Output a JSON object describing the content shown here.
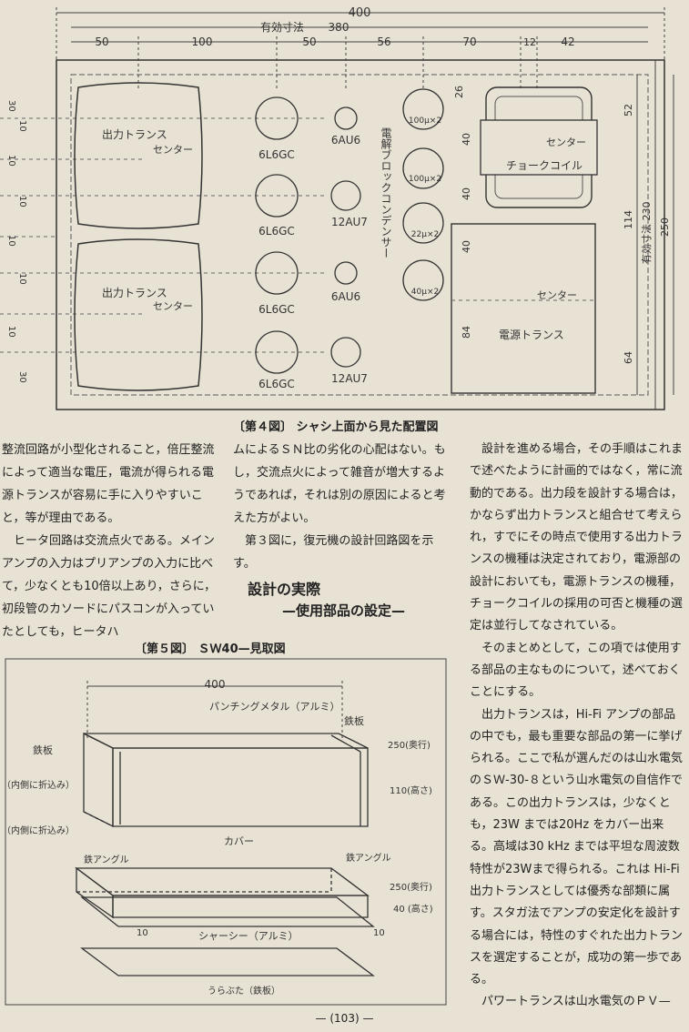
{
  "fig4": {
    "caption": "〔第４図〕 シャシ上面から見た配置図",
    "dims": {
      "total_width": "400",
      "effective_label": "有効寸法",
      "effective_width": "380",
      "d1": "50",
      "d2": "100",
      "d3": "50",
      "d4": "56",
      "d5": "70",
      "d6": "12",
      "d7": "42",
      "right_52": "52",
      "right_114": "114",
      "right_64": "64",
      "effective_height_label": "有効寸法 230",
      "height_total": "250",
      "v26": "26",
      "v40a": "40",
      "v40b": "40",
      "v40c": "40",
      "v84": "84",
      "left_marks": [
        "30",
        "10",
        "10",
        "10",
        "10",
        "10",
        "10",
        "30"
      ]
    },
    "left_transformer_top": "出力トランス",
    "left_transformer_bottom": "出力トランス",
    "center_label": "センター",
    "tubes": [
      "6L6GC",
      "6AU6",
      "6L6GC",
      "12AU7",
      "6L6GC",
      "6AU6",
      "6L6GC",
      "12AU7"
    ],
    "caps_label": "電解ブロックコンデンサー",
    "caps": [
      "100μ×2",
      "100μ×2",
      "22μ×2",
      "40μ×2"
    ],
    "choke_label": "チョークコイル",
    "power_transformer": "電源トランス"
  },
  "col1": [
    "整流回路が小型化されること，倍圧整流によって適当な電圧，電流が得られる電源トランスが容易に手に入りやすいこと，等が理由である。",
    "ヒータ回路は交流点火である。メインアンプの入力はプリアンプの入力に比べて，少なくとも10倍以上あり，さらに，初段管のカソードにパスコンが入っていたとしても，ヒータハ"
  ],
  "col2": [
    "ムによるＳＮ比の劣化の心配はない。もし，交流点火によって雑音が増大するようであれば，それは別の原因によると考えた方がよい。",
    "第３図に，復元機の設計回路図を示す。"
  ],
  "section": {
    "title": "設計の実際",
    "subtitle": "—使用部品の設定—"
  },
  "col3": [
    "設計を進める場合，その手順はこれまで述べたように計画的ではなく，常に流動的である。出力段を設計する場合は，かならず出力トランスと組合せて考えられ，すでにその時点で使用する出力トランスの機種は決定されており，電源部の設計においても，電源トランスの機種，チョークコイルの採用の可否と機種の選定は並行してなされている。",
    "そのまとめとして，この項では使用する部品の主なものについて，述べておくことにする。",
    "出力トランスは，Hi-Fi アンプの部品の中でも，最も重要な部品の第一に挙げられる。ここで私が選んだのは山水電気のＳＷ-30-８という山水電気の自信作である。この出力トランスは，少なくとも，23W までは20Hz をカバー出来る。高域は30 kHz までは平坦な周波数特性が23Wまで得られる。これは Hi-Fi 出力トランスとしては優秀な部類に属す。スタガ法でアンプの安定化を設計する場合には，特性のすぐれた出力トランスを選定することが，成功の第一歩である。",
    "パワートランスは山水電気のＰＶ—"
  ],
  "fig5": {
    "caption": "〔第５図〕 ＳＷ40—見取図",
    "width_dim": "400",
    "punching_label": "パンチングメタル（アルミ）",
    "iron_plate_right": "鉄板",
    "iron_plate_left": "鉄板",
    "depth_top": "250(奥行)",
    "height_top": "110(高さ)",
    "fold_top": "（内側に折込み）",
    "fold_bottom": "（内側に折込み）",
    "cover_label": "カバー",
    "angle_left": "鉄アングル",
    "angle_right": "鉄アングル",
    "depth_bottom": "250(奥行)",
    "height_bottom": "40 (高さ)",
    "ten_left": "10",
    "ten_right": "10",
    "chassis_label": "シャーシー（アルミ）",
    "back_cover_label": "うらぶた（鉄板）"
  },
  "page_number": "— (103) —"
}
